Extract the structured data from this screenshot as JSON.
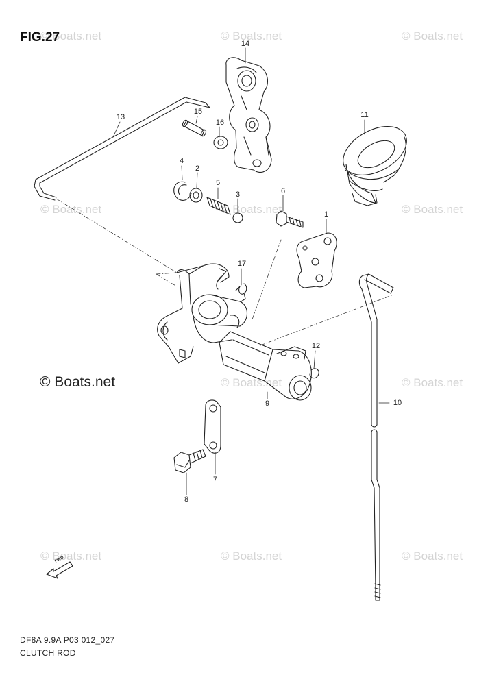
{
  "figure": {
    "title": "FIG.27",
    "model_code": "DF8A 9.9A P03 012_027",
    "caption": "CLUTCH ROD"
  },
  "copyright": "© Boats.net",
  "watermark_text": "© Boats.net",
  "fwd_label": "FWD",
  "callouts": [
    "14",
    "15",
    "16",
    "13",
    "11",
    "4",
    "2",
    "5",
    "3",
    "6",
    "1",
    "17",
    "12",
    "9",
    "10",
    "7",
    "8"
  ]
}
